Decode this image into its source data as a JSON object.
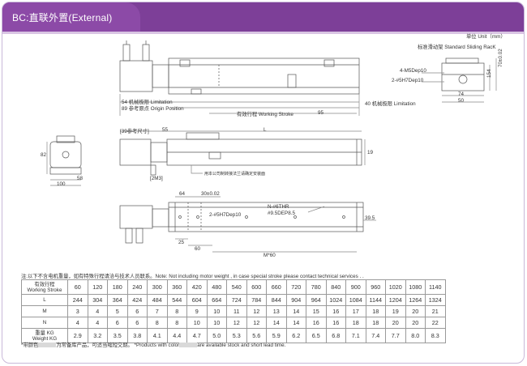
{
  "header": {
    "title": "BC:直联外置(External)"
  },
  "colors": {
    "header_bg": "#7d3f98",
    "accent": "#b48cc8",
    "line": "#555555",
    "dim_line": "#888888"
  },
  "drawing": {
    "unit_label": "单位 Unit（mm）",
    "standard_rack_label": "标准滑动架 Standard Sliding RacK",
    "side_labels": {
      "m5": "4-M5Dep10",
      "pin": "2-#5H7Dep10",
      "dim_74": "74",
      "dim_50": "50",
      "dim_height": "70±0.02",
      "dim_side": "154"
    },
    "top_view": {
      "limit_left": "54 机械极限 Limitation",
      "origin": "89 参考原点 Origin Position",
      "working_stroke": "有效行程 Working Stroke",
      "dim_95": "95",
      "limit_right": "40 机械极限 Limitation"
    },
    "front_view": {
      "motor_size": "[39参考尺寸]",
      "dim_55": "55",
      "dim_L": "L",
      "dim_19": "19",
      "dim_82": "82",
      "dim_100": "100",
      "dim_58": "58",
      "dim_2m3": "[2M3]",
      "note_text": "用本公司制转接法兰请确定安装面"
    },
    "bottom_view": {
      "dim_64": "64",
      "dim_30": "30±0.02",
      "n_holes": "N-#6THR",
      "cbore": "#9.5DEP8.5",
      "pin": "2-#5H7Dep10",
      "dim_39_5": "39.5",
      "dim_25": "25",
      "dim_60": "60",
      "dim_M60": "M*60"
    }
  },
  "note": "注:以下不含电机重量，如有特殊行程请洽与技术人员联系。Note: Not including motor weight , in case special stroke please contact technical services . .",
  "spec_table": {
    "rows": [
      {
        "label_cn": "有效行程",
        "label_en": "Working Stroke",
        "values": [
          "60",
          "120",
          "180",
          "240",
          "300",
          "360",
          "420",
          "480",
          "540",
          "600",
          "660",
          "720",
          "780",
          "840",
          "900",
          "960",
          "1020",
          "1080",
          "1140"
        ]
      },
      {
        "label_cn": "",
        "label_en": "L",
        "values": [
          "244",
          "304",
          "364",
          "424",
          "484",
          "544",
          "604",
          "664",
          "724",
          "784",
          "844",
          "904",
          "964",
          "1024",
          "1084",
          "1144",
          "1204",
          "1264",
          "1324"
        ]
      },
      {
        "label_cn": "",
        "label_en": "M",
        "values": [
          "3",
          "4",
          "5",
          "6",
          "7",
          "8",
          "9",
          "10",
          "11",
          "12",
          "13",
          "14",
          "15",
          "16",
          "17",
          "18",
          "19",
          "20",
          "21"
        ]
      },
      {
        "label_cn": "",
        "label_en": "N",
        "values": [
          "4",
          "4",
          "6",
          "6",
          "8",
          "8",
          "10",
          "10",
          "12",
          "12",
          "14",
          "14",
          "16",
          "16",
          "18",
          "18",
          "20",
          "20",
          "22"
        ]
      },
      {
        "label_cn": "重量 KG",
        "label_en": "Weight KG",
        "values": [
          "2.9",
          "3.2",
          "3.5",
          "3.8",
          "4.1",
          "4.4",
          "4.7",
          "5.0",
          "5.3",
          "5.6",
          "5.9",
          "6.2",
          "6.5",
          "6.8",
          "7.1",
          "7.4",
          "7.7",
          "8.0",
          "8.3"
        ]
      }
    ]
  },
  "footer": {
    "prefix": "*带颜色",
    "middle": "为常备库产品，可适当缩短交期。 *Products with color",
    "suffix": "are available stock  and short lead time."
  }
}
